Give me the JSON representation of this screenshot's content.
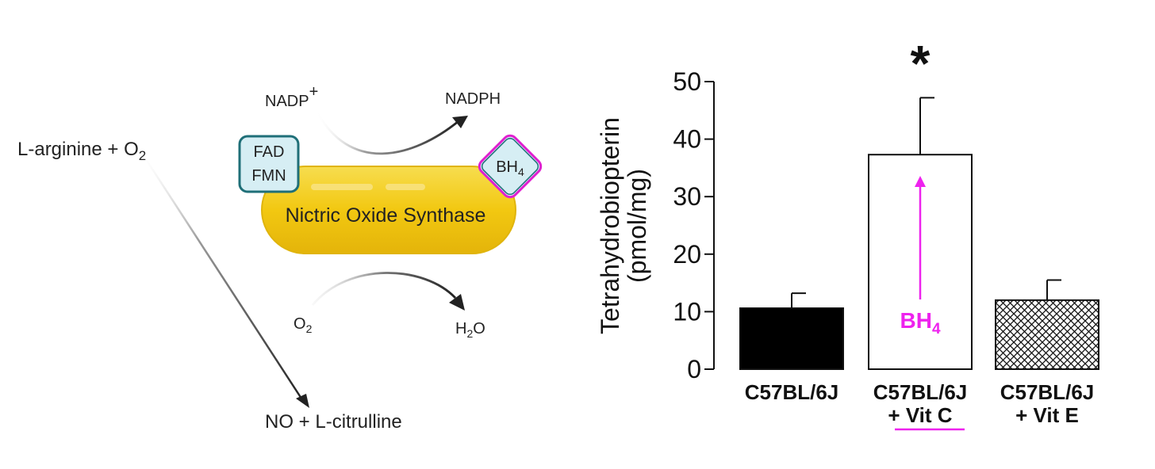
{
  "pathway": {
    "substrate": "L-arginine + O",
    "substrate_sub": "2",
    "products": "NO + L-citrulline",
    "cofactor_in": "NADP",
    "cofactor_in_sup": "+",
    "cofactor_out": "NADPH",
    "oxygen": "O",
    "oxygen_sub": "2",
    "water_a": "H",
    "water_sub": "2",
    "water_b": "O",
    "enzyme": "Nictric Oxide Synthase",
    "flavin_1": "FAD",
    "flavin_2": "FMN",
    "bh4": "BH",
    "bh4_sub": "4"
  },
  "colors": {
    "enzyme_fill": "#f2c811",
    "cofactor_box": "#d6eef4",
    "cofactor_border": "#1f6f78",
    "bh4_border": "#e020d0",
    "highlight": "#ee22ee",
    "bar_black": "#000000"
  },
  "chart_data": {
    "type": "bar",
    "ylabel_line1": "Tetrahydrobiopterin",
    "ylabel_line2": "(pmol/mg)",
    "ylim": [
      0,
      50
    ],
    "yticks": [
      0,
      10,
      20,
      30,
      40,
      50
    ],
    "categories": [
      {
        "line1": "C57BL/6J",
        "line2": ""
      },
      {
        "line1": "C57BL/6J",
        "line2": "+ Vit C"
      },
      {
        "line1": "C57BL/6J",
        "line2": "+ Vit E"
      }
    ],
    "values": [
      10.6,
      37.3,
      12.0
    ],
    "errors": [
      2.6,
      9.9,
      3.5
    ],
    "fills": [
      "solid-black",
      "white",
      "crosshatch"
    ],
    "significance": {
      "index": 1,
      "label": "*"
    },
    "annotation": {
      "index": 1,
      "label": "BH",
      "label_sub": "4",
      "arrow": "up"
    }
  }
}
